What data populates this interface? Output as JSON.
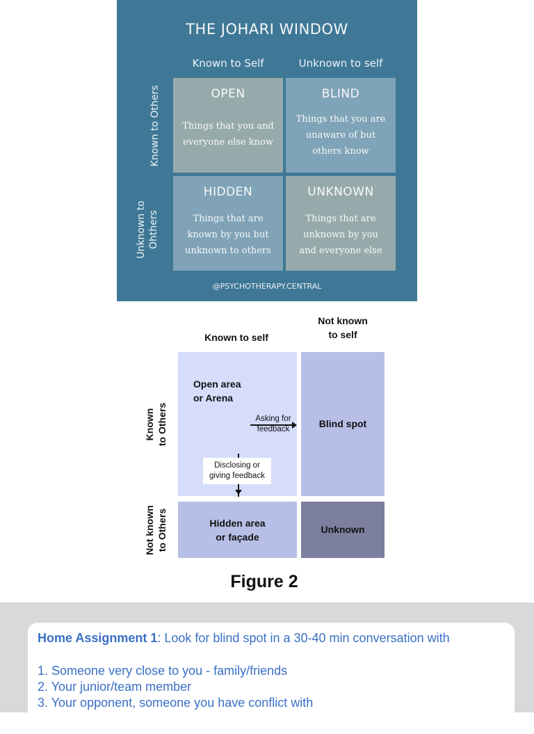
{
  "johari1": {
    "title": "THE JOHARI WINDOW",
    "col_known": "Known to Self",
    "col_unknown": "Unknown to self",
    "row_known": "Known to Others",
    "row_unknown_1": "Unknown to",
    "row_unknown_2": "Ohthers",
    "cells": [
      {
        "title": "OPEN",
        "lines": [
          "Things that you and",
          "everyone else know"
        ],
        "color": "#97aaab"
      },
      {
        "title": "BLIND",
        "lines": [
          "Things that you are",
          "unaware of but",
          "others know"
        ],
        "color": "#7fa3b7"
      },
      {
        "title": "HIDDEN",
        "lines": [
          "Things that are",
          "known by you but",
          "unknown to others"
        ],
        "color": "#80a3b7"
      },
      {
        "title": "UNKNOWN",
        "lines": [
          "Things that are",
          "unknown by you",
          "and everyone else"
        ],
        "color": "#97aaab"
      }
    ],
    "credit": "@PSYCHOTHERAPY.CENTRAL",
    "bg_color": "#3f7896"
  },
  "figure2": {
    "col_known": "Known to self",
    "col_not_known_1": "Not known",
    "col_not_known_2": "to self",
    "row_known_1": "Known",
    "row_known_2": "to Others",
    "row_not_known_1": "Not known",
    "row_not_known_2": "to Others",
    "open_1": "Open area",
    "open_2": "or Arena",
    "asking_1": "Asking for",
    "asking_2": "feedback",
    "disclosing_1": "Disclosing or",
    "disclosing_2": "giving feedback",
    "blind": "Blind spot",
    "hidden_1": "Hidden area",
    "hidden_2": "or façade",
    "unknown": "Unknown",
    "caption": "Figure 2",
    "colors": {
      "open": "#d5ddfb",
      "blind": "#b7bfe6",
      "hidden": "#b7bfe6",
      "unknown": "#7d7f9e"
    }
  },
  "assignment": {
    "heading": "Home Assignment 1",
    "intro": ": Look for blind spot in a 30-40 min conversation with",
    "items": [
      "1. Someone very close to you - family/friends",
      "2. Your junior/team member",
      "3. Your opponent, someone you have conflict with"
    ],
    "text_color": "#3a6fc6"
  }
}
